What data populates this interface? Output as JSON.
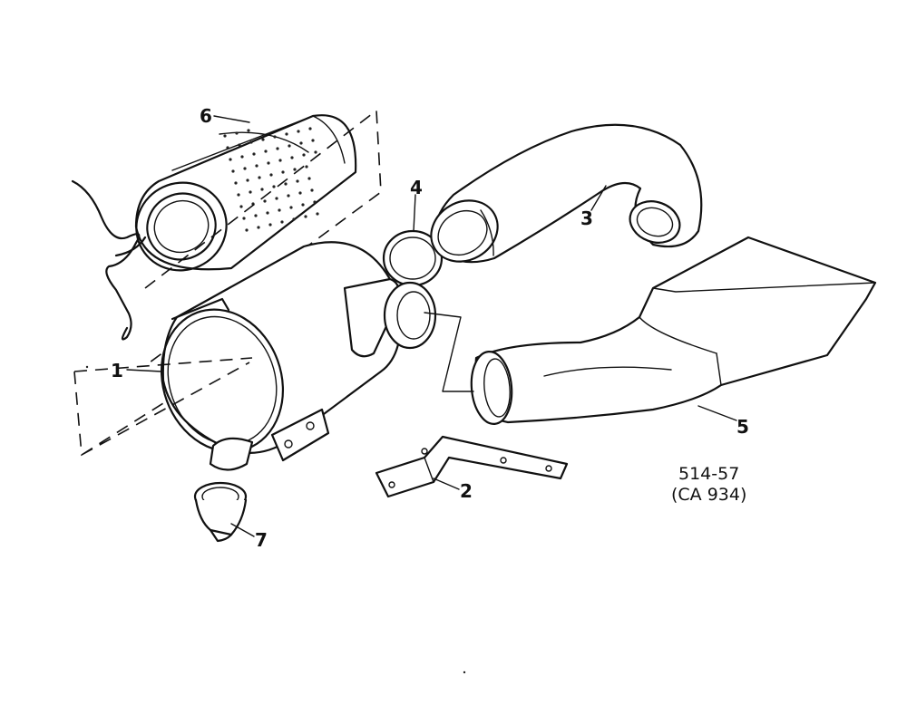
{
  "callouts": {
    "c1": "1",
    "c2": "2",
    "c3": "3",
    "c4": "4",
    "c5": "5",
    "c6": "6",
    "c7": "7"
  },
  "reference": {
    "line1": "514-57",
    "line2": "(CA 934)"
  }
}
